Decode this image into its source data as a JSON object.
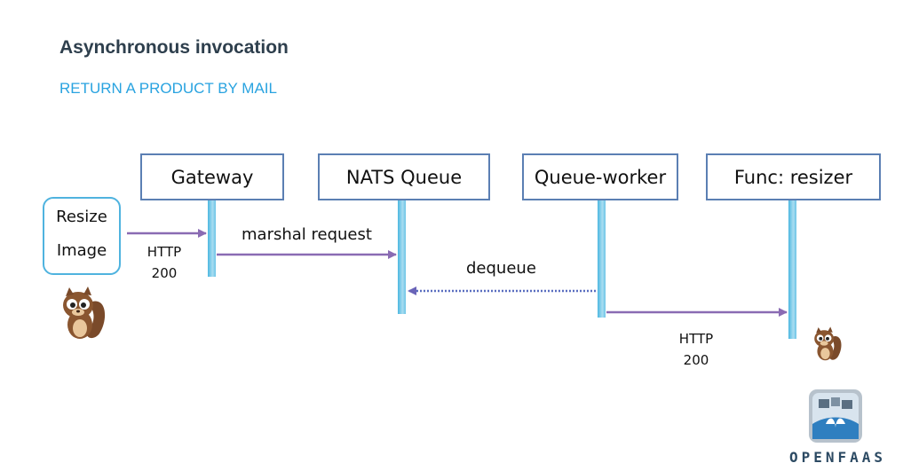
{
  "title": "Asynchronous invocation",
  "subtitle": "RETURN A PRODUCT BY MAIL",
  "client": {
    "line1": "Resize",
    "line2": "Image"
  },
  "actors": [
    "Gateway",
    "NATS Queue",
    "Queue-worker",
    "Func: resizer"
  ],
  "messages": {
    "http_200_client": {
      "line1": "HTTP",
      "line2": "200"
    },
    "marshal": "marshal request",
    "dequeue": "dequeue",
    "http_200_func": {
      "line1": "HTTP",
      "line2": "200"
    }
  },
  "brand": "OPENFAAS",
  "colors": {
    "arrow": "#8a6bb3",
    "actor_border": "#5b7fb3",
    "lifeline": "#4cb7e0",
    "subtitle": "#29a3e0",
    "title": "#2e3f4d"
  },
  "icons": [
    "squirrel-mascot-icon",
    "openfaas-logo-icon"
  ]
}
